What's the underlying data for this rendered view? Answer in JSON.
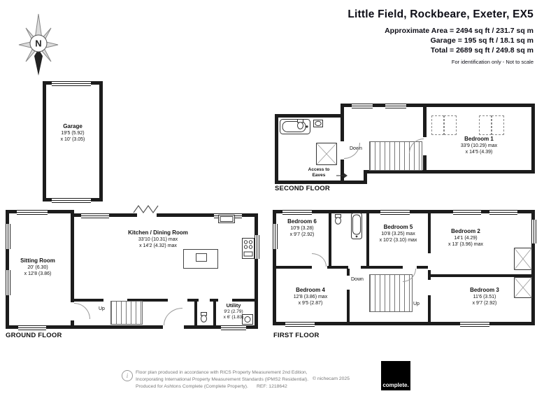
{
  "header": {
    "title": "Little Field, Rockbeare, Exeter, EX5",
    "area": "Approximate Area = 2494 sq ft / 231.7 sq m",
    "garage_area": "Garage = 195 sq ft / 18.1 sq m",
    "total_area": "Total = 2689 sq ft / 249.8 sq m",
    "note": "For identification only - Not to scale"
  },
  "compass": {
    "north": "N"
  },
  "floor_labels": {
    "ground": "GROUND FLOOR",
    "first": "FIRST FLOOR",
    "second": "SECOND FLOOR"
  },
  "rooms": {
    "garage": {
      "name": "Garage",
      "dim1": "19'5 (5.92)",
      "dim2": "x 10' (3.05)"
    },
    "sitting": {
      "name": "Sitting Room",
      "dim1": "20' (6.30)",
      "dim2": "x 12'8 (3.86)"
    },
    "kitchen": {
      "name": "Kitchen / Dining Room",
      "dim1": "33'10 (10.31) max",
      "dim2": "x 14'2 (4.32) max"
    },
    "utility": {
      "name": "Utility",
      "dim1": "9'2 (2.79)",
      "dim2": "x 6' (1.83)"
    },
    "bedroom1": {
      "name": "Bedroom 1",
      "dim1": "33'9 (10.29) max",
      "dim2": "x 14'5 (4.39)"
    },
    "bedroom2": {
      "name": "Bedroom 2",
      "dim1": "14'1 (4.29)",
      "dim2": "x 13' (3.96) max"
    },
    "bedroom3": {
      "name": "Bedroom 3",
      "dim1": "11'6 (3.51)",
      "dim2": "x 9'7 (2.92)"
    },
    "bedroom4": {
      "name": "Bedroom 4",
      "dim1": "12'8 (3.86) max",
      "dim2": "x 9'5 (2.87)"
    },
    "bedroom5": {
      "name": "Bedroom 5",
      "dim1": "10'8 (3.25) max",
      "dim2": "x 10'2 (3.10) max"
    },
    "bedroom6": {
      "name": "Bedroom 6",
      "dim1": "10'9 (3.28)",
      "dim2": "x 9'7 (2.92)"
    }
  },
  "annotations": {
    "up": "Up",
    "down": "Down",
    "access_eaves": "Access to Eaves"
  },
  "footer": {
    "info_symbol": "i",
    "line1": "Floor plan produced in accordance with RICS Property Measurement 2nd Edition,",
    "line2": "Incorporating International Property Measurement Standards (IPMS2 Residential).",
    "line3": "Produced for Ashtons Complete (Complete Property).",
    "ref": "REF: 1218642",
    "copyright": "© nichecam 2025",
    "logo": "complete."
  },
  "colors": {
    "wall": "#1c1c1c",
    "logo_bg": "#000000",
    "logo_text": "#ffffff"
  }
}
